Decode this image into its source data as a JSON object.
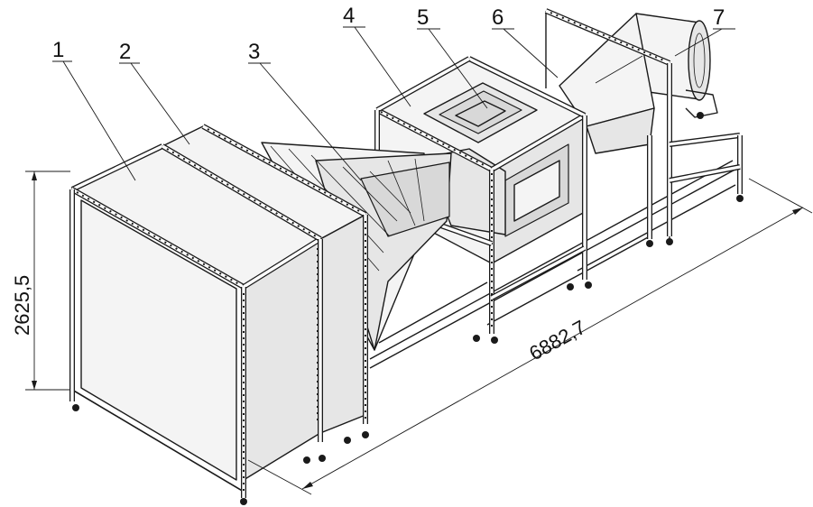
{
  "labels": [
    "1",
    "2",
    "3",
    "4",
    "5",
    "6",
    "7"
  ],
  "dimensions": {
    "height": "2625,5",
    "length": "6882,7"
  }
}
